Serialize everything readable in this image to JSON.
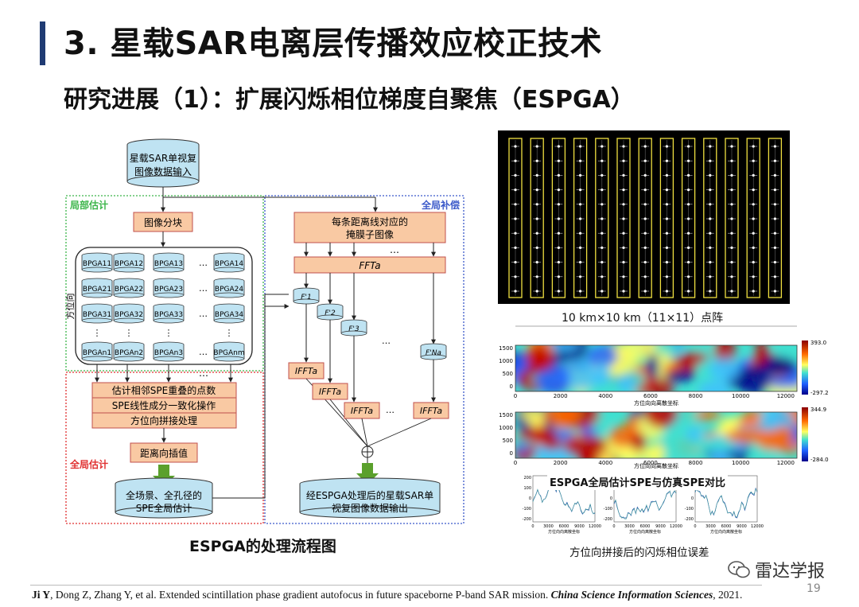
{
  "header": {
    "title": "3. 星载SAR电离层传播效应校正技术",
    "subtitle": "研究进展（1）：扩展闪烁相位梯度自聚焦（ESPGA）"
  },
  "flowchart": {
    "input_line1": "星载SAR单视复",
    "input_line2": "图像数据输入",
    "local_label": "局部估计",
    "global_comp_label": "全局补偿",
    "global_est_label": "全局估计",
    "block_split": "图像分块",
    "azimuth_label": "方位向",
    "ellipsis": "…",
    "bpga_labels": [
      [
        "BPGA11",
        "BPGA12",
        "BPGA13",
        "BPGA14"
      ],
      [
        "BPGA21",
        "BPGA22",
        "BPGA23",
        "BPGA24"
      ],
      [
        "BPGA31",
        "BPGA32",
        "BPGA33",
        "BPGA34"
      ],
      [
        "BPGAn1",
        "BPGAn2",
        "BPGAn3",
        "BPGAnm"
      ]
    ],
    "step_points": "估计相邻SPE重叠的点数",
    "step_linear": "SPE线性成分一致化操作",
    "step_stitch": "方位向拼接处理",
    "step_range": "距离向插值",
    "spe_out_line1": "全场景、全孔径的",
    "spe_out_line2": "SPE全局估计",
    "mask_line1": "每条距离线对应的",
    "mask_line2": "掩膜子图像",
    "fft": "FFTa",
    "f_labels": [
      "F'1",
      "F'2",
      "F'3",
      "F'Na"
    ],
    "ifft": "IFFTa",
    "plus": "+",
    "output_line1": "经ESPGA处理后的星载SAR单",
    "output_line2": "视复图像数据输出",
    "caption": "ESPGA的处理流程图"
  },
  "right": {
    "lattice_caption": "10 km×10 km（11×11）点阵",
    "heat_xticks": [
      "0",
      "2000",
      "4000",
      "6000",
      "8000",
      "10000",
      "12000"
    ],
    "heat_yticks": [
      "1500",
      "1000",
      "500",
      "0"
    ],
    "heat_xlabel": "方位向向离散坐标",
    "heat1_cbar": [
      "393.0",
      "-297.2"
    ],
    "heat2_cbar": [
      "344.9",
      "-284.0"
    ],
    "compare_label": "ESPGA全局估计SPE与仿真SPE对比",
    "small_yticks": [
      "200",
      "100",
      "0",
      "-100",
      "-200"
    ],
    "small_xticks": [
      "0",
      "3000",
      "6000",
      "9000",
      "12000"
    ],
    "small_xlabel": "方位向向离散坐标",
    "phase_caption": "方位向拼接后的闪烁相位误差"
  },
  "footer": {
    "citation_author": "Ji Y",
    "citation_rest": ", Dong Z, Zhang Y, et al. Extended scintillation phase gradient autofocus in future spaceborne P-band SAR mission. ",
    "citation_journal": "China Science Information Sciences",
    "citation_year": ", 2021.",
    "page_number": "19",
    "logo_text": "雷达学报"
  },
  "colors": {
    "title_bar": "#1f3b73",
    "box_fill": "#f9c9a3",
    "box_border": "#c0504d",
    "cylinder_fill": "#bfe3f2",
    "local_border": "#3cb54a",
    "global_comp_border": "#3b59c9",
    "global_est_border": "#e03030",
    "arrow_green": "#5aa02c",
    "lattice_yellow": "#f0e040"
  }
}
